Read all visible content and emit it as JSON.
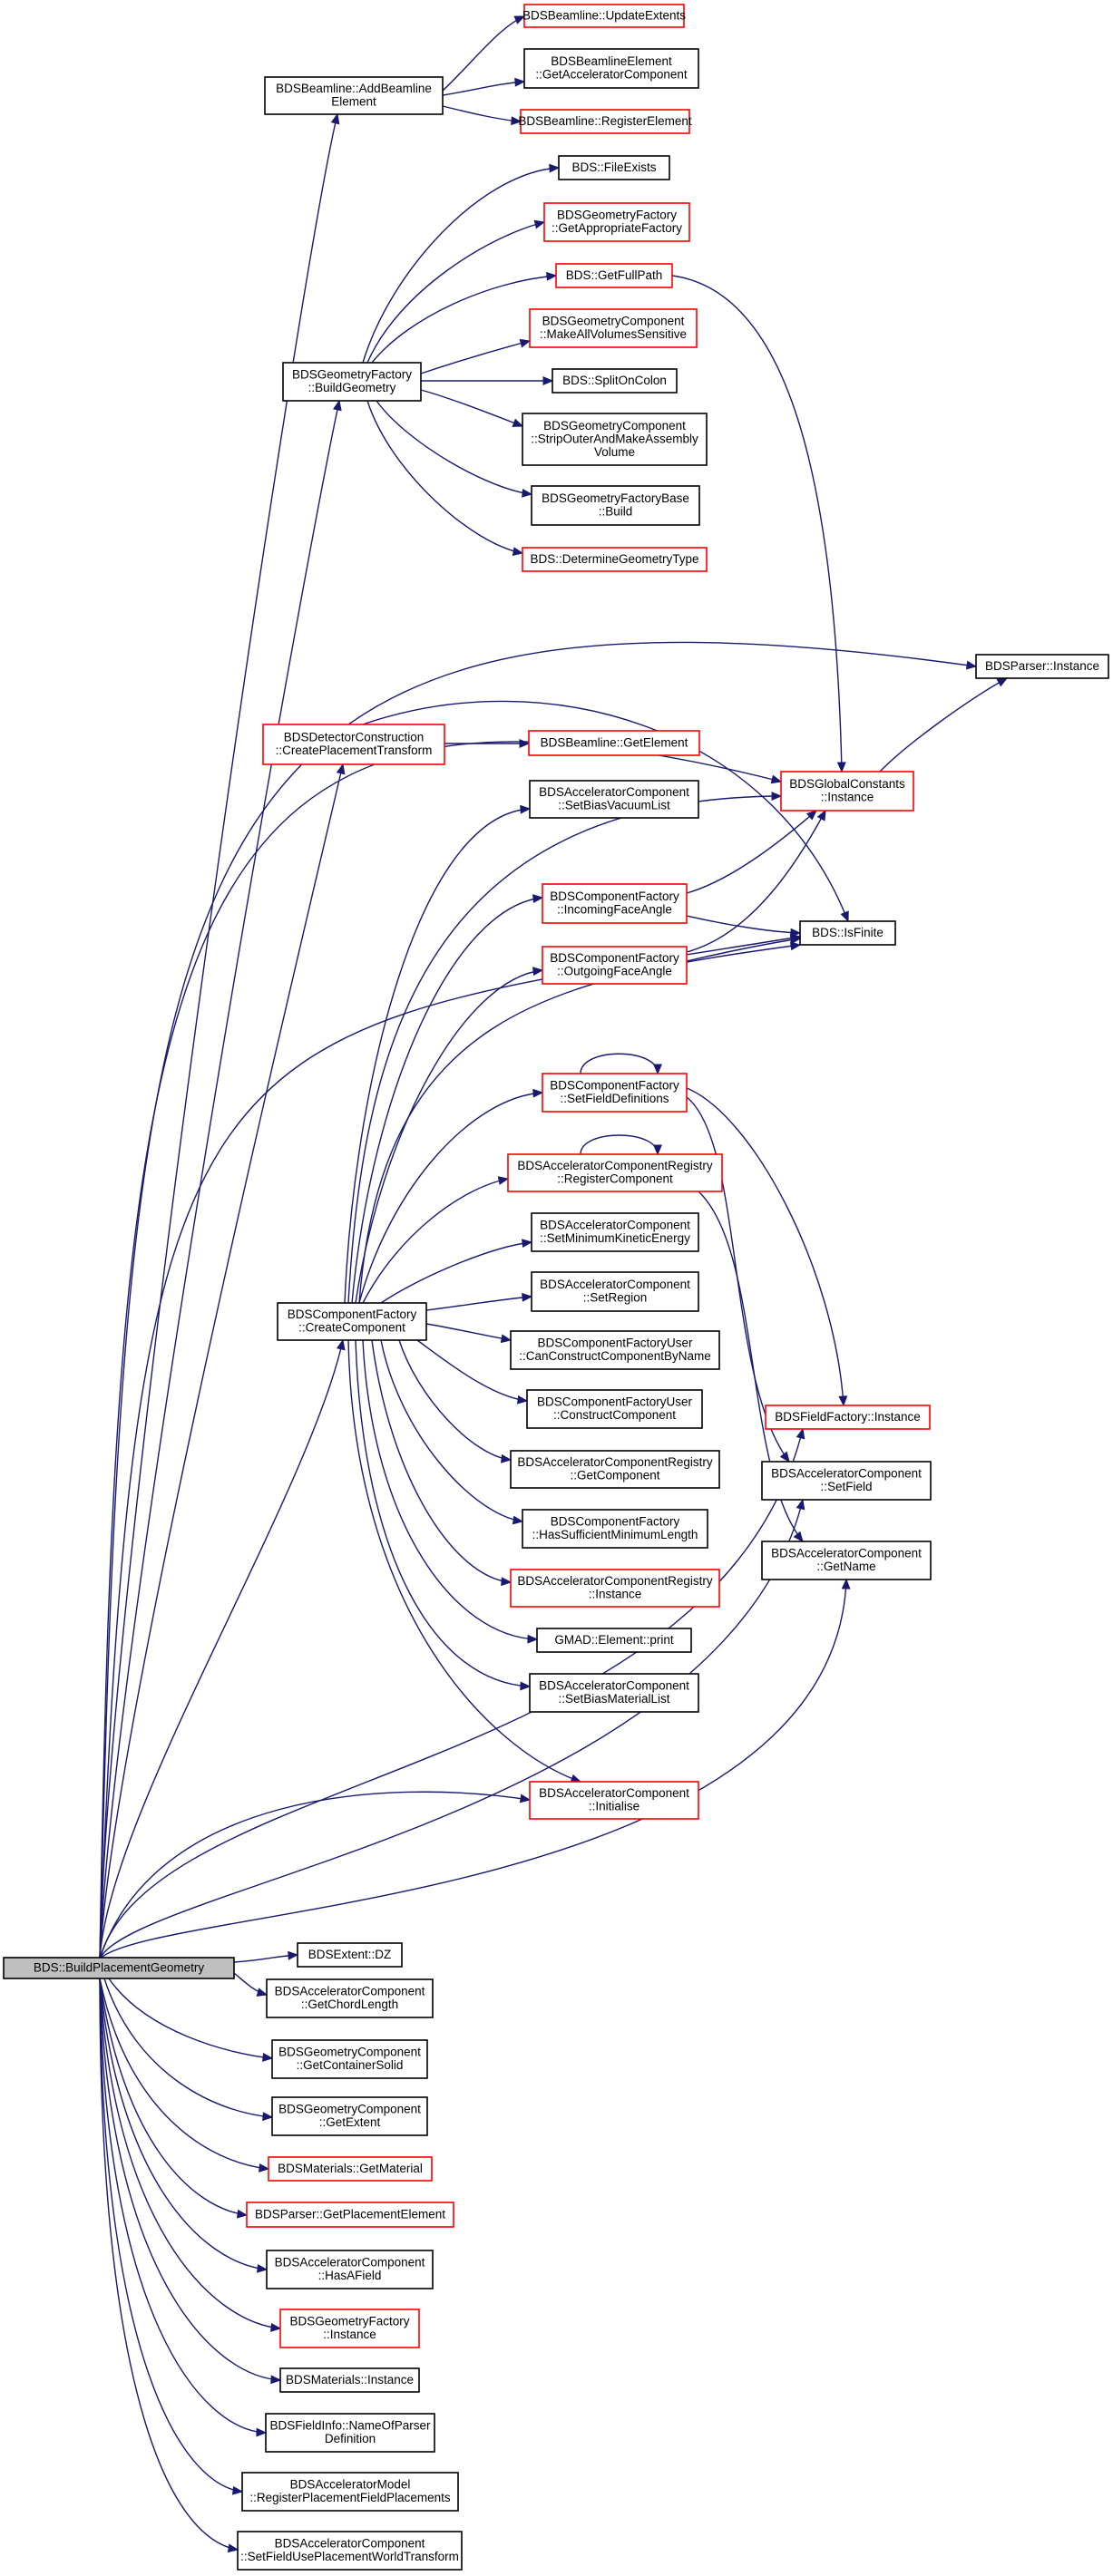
{
  "graph": {
    "root": "BDS::BuildPlacementGeometry",
    "nodes": [
      {
        "id": "root",
        "lines": [
          "BDS::BuildPlacementGeometry"
        ],
        "style": "root"
      },
      {
        "id": "addBeamline",
        "lines": [
          "BDSBeamline::AddBeamline",
          "Element"
        ],
        "style": "black"
      },
      {
        "id": "updateExtents",
        "lines": [
          "BDSBeamline::UpdateExtents"
        ],
        "style": "red"
      },
      {
        "id": "blElemGetAcc",
        "lines": [
          "BDSBeamlineElement",
          "::GetAcceleratorComponent"
        ],
        "style": "black"
      },
      {
        "id": "registerElement",
        "lines": [
          "BDSBeamline::RegisterElement"
        ],
        "style": "red"
      },
      {
        "id": "fileExists",
        "lines": [
          "BDS::FileExists"
        ],
        "style": "black"
      },
      {
        "id": "getAppropriateFactory",
        "lines": [
          "BDSGeometryFactory",
          "::GetAppropriateFactory"
        ],
        "style": "red"
      },
      {
        "id": "getFullPath",
        "lines": [
          "BDS::GetFullPath"
        ],
        "style": "red"
      },
      {
        "id": "makeAllVolumesSensitive",
        "lines": [
          "BDSGeometryComponent",
          "::MakeAllVolumesSensitive"
        ],
        "style": "red"
      },
      {
        "id": "buildGeometry",
        "lines": [
          "BDSGeometryFactory",
          "::BuildGeometry"
        ],
        "style": "black"
      },
      {
        "id": "splitOnColon",
        "lines": [
          "BDS::SplitOnColon"
        ],
        "style": "black"
      },
      {
        "id": "stripOuter",
        "lines": [
          "BDSGeometryComponent",
          "::StripOuterAndMakeAssembly",
          "Volume"
        ],
        "style": "black"
      },
      {
        "id": "factoryBaseBuild",
        "lines": [
          "BDSGeometryFactoryBase",
          "::Build"
        ],
        "style": "black"
      },
      {
        "id": "determineGeometryType",
        "lines": [
          "BDS::DetermineGeometryType"
        ],
        "style": "red"
      },
      {
        "id": "parserInstance",
        "lines": [
          "BDSParser::Instance"
        ],
        "style": "black"
      },
      {
        "id": "createPlacementTransform",
        "lines": [
          "BDSDetectorConstruction",
          "::CreatePlacementTransform"
        ],
        "style": "red"
      },
      {
        "id": "blGetElement",
        "lines": [
          "BDSBeamline::GetElement"
        ],
        "style": "red"
      },
      {
        "id": "globalConstants",
        "lines": [
          "BDSGlobalConstants",
          "::Instance"
        ],
        "style": "red"
      },
      {
        "id": "setBiasVacuumList",
        "lines": [
          "BDSAcceleratorComponent",
          "::SetBiasVacuumList"
        ],
        "style": "black"
      },
      {
        "id": "incomingFaceAngle",
        "lines": [
          "BDSComponentFactory",
          "::IncomingFaceAngle"
        ],
        "style": "red"
      },
      {
        "id": "isFinite",
        "lines": [
          "BDS::IsFinite"
        ],
        "style": "black"
      },
      {
        "id": "outgoingFaceAngle",
        "lines": [
          "BDSComponentFactory",
          "::OutgoingFaceAngle"
        ],
        "style": "red"
      },
      {
        "id": "setFieldDefinitions",
        "lines": [
          "BDSComponentFactory",
          "::SetFieldDefinitions"
        ],
        "style": "red"
      },
      {
        "id": "registerComponent",
        "lines": [
          "BDSAcceleratorComponentRegistry",
          "::RegisterComponent"
        ],
        "style": "red"
      },
      {
        "id": "setMinKinEnergy",
        "lines": [
          "BDSAcceleratorComponent",
          "::SetMinimumKineticEnergy"
        ],
        "style": "black"
      },
      {
        "id": "setRegion",
        "lines": [
          "BDSAcceleratorComponent",
          "::SetRegion"
        ],
        "style": "black"
      },
      {
        "id": "createComponent",
        "lines": [
          "BDSComponentFactory",
          "::CreateComponent"
        ],
        "style": "black"
      },
      {
        "id": "canConstruct",
        "lines": [
          "BDSComponentFactoryUser",
          "::CanConstructComponentByName"
        ],
        "style": "black"
      },
      {
        "id": "constructComponent",
        "lines": [
          "BDSComponentFactoryUser",
          "::ConstructComponent"
        ],
        "style": "black"
      },
      {
        "id": "fieldFactoryInstance",
        "lines": [
          "BDSFieldFactory::Instance"
        ],
        "style": "red"
      },
      {
        "id": "registryGetComponent",
        "lines": [
          "BDSAcceleratorComponentRegistry",
          "::GetComponent"
        ],
        "style": "black"
      },
      {
        "id": "setField",
        "lines": [
          "BDSAcceleratorComponent",
          "::SetField"
        ],
        "style": "black"
      },
      {
        "id": "hasSufficientMinLength",
        "lines": [
          "BDSComponentFactory",
          "::HasSufficientMinimumLength"
        ],
        "style": "black"
      },
      {
        "id": "getName",
        "lines": [
          "BDSAcceleratorComponent",
          "::GetName"
        ],
        "style": "black"
      },
      {
        "id": "registryInstance",
        "lines": [
          "BDSAcceleratorComponentRegistry",
          "::Instance"
        ],
        "style": "red"
      },
      {
        "id": "gmadPrint",
        "lines": [
          "GMAD::Element::print"
        ],
        "style": "black"
      },
      {
        "id": "setBiasMaterialList",
        "lines": [
          "BDSAcceleratorComponent",
          "::SetBiasMaterialList"
        ],
        "style": "black"
      },
      {
        "id": "initialise",
        "lines": [
          "BDSAcceleratorComponent",
          "::Initialise"
        ],
        "style": "red"
      },
      {
        "id": "extentDZ",
        "lines": [
          "BDSExtent::DZ"
        ],
        "style": "black"
      },
      {
        "id": "getChordLength",
        "lines": [
          "BDSAcceleratorComponent",
          "::GetChordLength"
        ],
        "style": "black"
      },
      {
        "id": "getContainerSolid",
        "lines": [
          "BDSGeometryComponent",
          "::GetContainerSolid"
        ],
        "style": "black"
      },
      {
        "id": "getExtent",
        "lines": [
          "BDSGeometryComponent",
          "::GetExtent"
        ],
        "style": "black"
      },
      {
        "id": "getMaterial",
        "lines": [
          "BDSMaterials::GetMaterial"
        ],
        "style": "red"
      },
      {
        "id": "getPlacementElement",
        "lines": [
          "BDSParser::GetPlacementElement"
        ],
        "style": "red"
      },
      {
        "id": "hasAField",
        "lines": [
          "BDSAcceleratorComponent",
          "::HasAField"
        ],
        "style": "black"
      },
      {
        "id": "geometryFactoryInstance",
        "lines": [
          "BDSGeometryFactory",
          "::Instance"
        ],
        "style": "red"
      },
      {
        "id": "materialsInstance",
        "lines": [
          "BDSMaterials::Instance"
        ],
        "style": "black"
      },
      {
        "id": "nameOfParserDefinition",
        "lines": [
          "BDSFieldInfo::NameOfParser",
          "Definition"
        ],
        "style": "black"
      },
      {
        "id": "registerPlacementFieldPlacements",
        "lines": [
          "BDSAcceleratorModel",
          "::RegisterPlacementFieldPlacements"
        ],
        "style": "black"
      },
      {
        "id": "setFieldUsePlacementWorldTransform",
        "lines": [
          "BDSAcceleratorComponent",
          "::SetFieldUsePlacementWorldTransform"
        ],
        "style": "black"
      }
    ],
    "edges": [
      [
        "root",
        "addBeamline"
      ],
      [
        "root",
        "buildGeometry"
      ],
      [
        "root",
        "parserInstance"
      ],
      [
        "root",
        "createPlacementTransform"
      ],
      [
        "root",
        "globalConstants"
      ],
      [
        "root",
        "createComponent"
      ],
      [
        "root",
        "isFinite"
      ],
      [
        "root",
        "fieldFactoryInstance"
      ],
      [
        "root",
        "setField"
      ],
      [
        "root",
        "getName"
      ],
      [
        "root",
        "initialise"
      ],
      [
        "root",
        "extentDZ"
      ],
      [
        "root",
        "getChordLength"
      ],
      [
        "root",
        "getContainerSolid"
      ],
      [
        "root",
        "getExtent"
      ],
      [
        "root",
        "getMaterial"
      ],
      [
        "root",
        "getPlacementElement"
      ],
      [
        "root",
        "hasAField"
      ],
      [
        "root",
        "geometryFactoryInstance"
      ],
      [
        "root",
        "materialsInstance"
      ],
      [
        "root",
        "nameOfParserDefinition"
      ],
      [
        "root",
        "registerPlacementFieldPlacements"
      ],
      [
        "root",
        "setFieldUsePlacementWorldTransform"
      ],
      [
        "addBeamline",
        "updateExtents"
      ],
      [
        "addBeamline",
        "blElemGetAcc"
      ],
      [
        "addBeamline",
        "registerElement"
      ],
      [
        "buildGeometry",
        "fileExists"
      ],
      [
        "buildGeometry",
        "getAppropriateFactory"
      ],
      [
        "buildGeometry",
        "getFullPath"
      ],
      [
        "buildGeometry",
        "makeAllVolumesSensitive"
      ],
      [
        "buildGeometry",
        "splitOnColon"
      ],
      [
        "buildGeometry",
        "stripOuter"
      ],
      [
        "buildGeometry",
        "factoryBaseBuild"
      ],
      [
        "buildGeometry",
        "determineGeometryType"
      ],
      [
        "getFullPath",
        "globalConstants"
      ],
      [
        "globalConstants",
        "parserInstance"
      ],
      [
        "createPlacementTransform",
        "blGetElement"
      ],
      [
        "createPlacementTransform",
        "isFinite"
      ],
      [
        "createComponent",
        "setBiasVacuumList"
      ],
      [
        "createComponent",
        "globalConstants"
      ],
      [
        "createComponent",
        "incomingFaceAngle"
      ],
      [
        "createComponent",
        "outgoingFaceAngle"
      ],
      [
        "createComponent",
        "setFieldDefinitions"
      ],
      [
        "createComponent",
        "registerComponent"
      ],
      [
        "createComponent",
        "setMinKinEnergy"
      ],
      [
        "createComponent",
        "setRegion"
      ],
      [
        "createComponent",
        "canConstruct"
      ],
      [
        "createComponent",
        "constructComponent"
      ],
      [
        "createComponent",
        "registryGetComponent"
      ],
      [
        "createComponent",
        "hasSufficientMinLength"
      ],
      [
        "createComponent",
        "registryInstance"
      ],
      [
        "createComponent",
        "gmadPrint"
      ],
      [
        "createComponent",
        "setBiasMaterialList"
      ],
      [
        "createComponent",
        "initialise"
      ],
      [
        "createComponent",
        "isFinite"
      ],
      [
        "incomingFaceAngle",
        "globalConstants"
      ],
      [
        "incomingFaceAngle",
        "isFinite"
      ],
      [
        "outgoingFaceAngle",
        "globalConstants"
      ],
      [
        "outgoingFaceAngle",
        "isFinite"
      ],
      [
        "setFieldDefinitions",
        "setFieldDefinitions"
      ],
      [
        "setFieldDefinitions",
        "fieldFactoryInstance"
      ],
      [
        "setFieldDefinitions",
        "setField"
      ],
      [
        "registerComponent",
        "registerComponent"
      ],
      [
        "registerComponent",
        "getName"
      ]
    ]
  }
}
